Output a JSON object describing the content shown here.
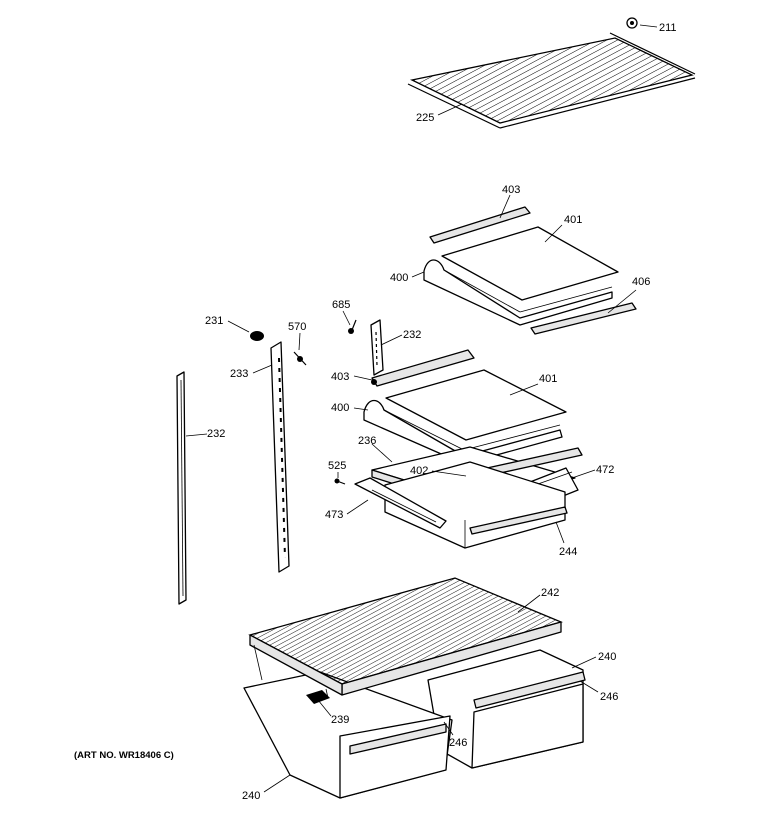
{
  "art_number": "(ART NO. WR18406 C)",
  "callouts": {
    "p211": "211",
    "p225": "225",
    "p403a": "403",
    "p401a": "401",
    "p400a": "400",
    "p406": "406",
    "p685": "685",
    "p232a": "232",
    "p231": "231",
    "p570": "570",
    "p233": "233",
    "p403b": "403",
    "p401b": "401",
    "p400b": "400",
    "p232b": "232",
    "p236": "236",
    "p402": "402",
    "p472": "472",
    "p525": "525",
    "p473": "473",
    "p244": "244",
    "p242": "242",
    "p240a": "240",
    "p246a": "246",
    "p239": "239",
    "p246b": "246",
    "p240b": "240"
  }
}
